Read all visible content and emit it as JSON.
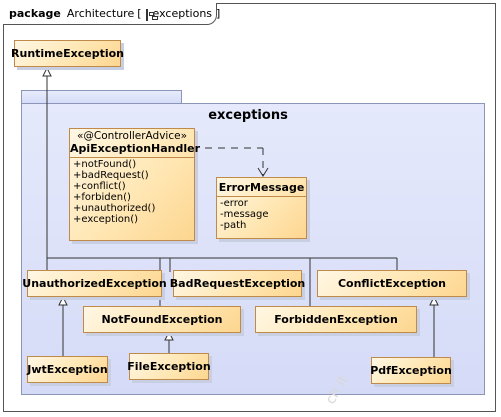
{
  "frame": {
    "keyword": "package",
    "name": "Architecture",
    "diagram_name": "exceptions",
    "icon": "class-diagram-icon"
  },
  "package": {
    "name": "exceptions"
  },
  "classes": {
    "runtime": "RuntimeException",
    "handler": {
      "stereotype": "«@ControllerAdvice»",
      "name": "ApiExceptionHandler",
      "methods": [
        "+notFound()",
        "+badRequest()",
        "+conflict()",
        "+forbiden()",
        "+unauthorized()",
        "+exception()"
      ]
    },
    "error_message": {
      "name": "ErrorMessage",
      "attributes": [
        "-error",
        "-message",
        "-path"
      ]
    },
    "unauthorized": "UnauthorizedException",
    "bad_request": "BadRequestException",
    "conflict": "ConflictException",
    "not_found": "NotFoundException",
    "forbidden": "ForbiddenException",
    "jwt": "JwtException",
    "file": "FileException",
    "pdf": "PdfException"
  },
  "watermark": "ch it"
}
